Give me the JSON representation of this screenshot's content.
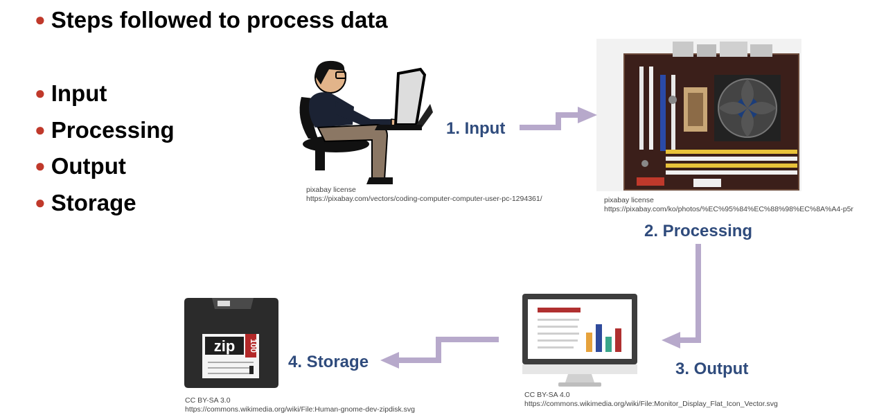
{
  "title": "Steps followed to process data",
  "bullets": [
    "Input",
    "Processing",
    "Output",
    "Storage"
  ],
  "steps": {
    "input": "1. Input",
    "processing": "2. Processing",
    "output": "3. Output",
    "storage": "4. Storage"
  },
  "credits": {
    "user": {
      "license": "pixabay license",
      "url": "https://pixabay.com/vectors/coding-computer-computer-user-pc-1294361/"
    },
    "motherboard": {
      "license": "pixabay license",
      "url": "https://pixabay.com/ko/photos/%EC%95%84%EC%88%98%EC%8A%A4-p5r"
    },
    "monitor": {
      "license": "CC BY-SA 4.0",
      "url": "https://commons.wikimedia.org/wiki/File:Monitor_Display_Flat_Icon_Vector.svg"
    },
    "zipdisk": {
      "license": "CC BY-SA 3.0",
      "url": "https://commons.wikimedia.org/wiki/File:Human-gnome-dev-zipdisk.svg"
    }
  },
  "disk": {
    "brand": "zip",
    "capacity": "100"
  },
  "colors": {
    "accent_blue": "#2f4b7c",
    "arrow": "#b7a9cb",
    "bullet_red": "#c0392b"
  },
  "icons": [
    "computer-user-icon",
    "motherboard-image",
    "monitor-chart-icon",
    "zip-disk-icon"
  ]
}
